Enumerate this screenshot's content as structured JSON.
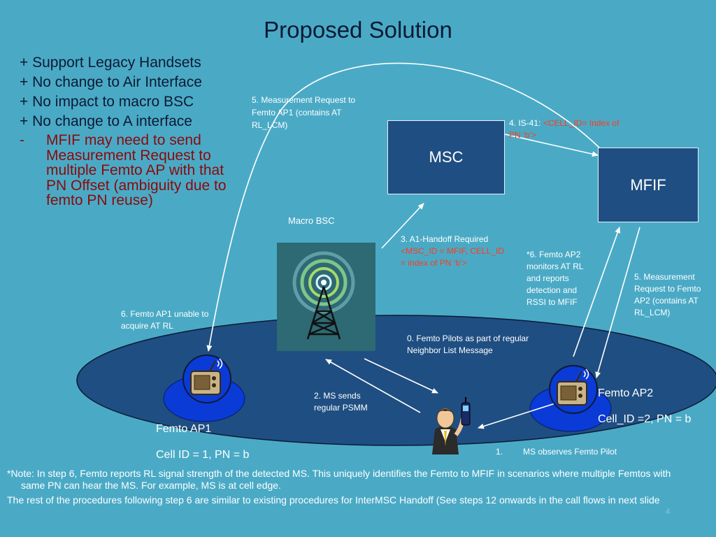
{
  "title": "Proposed Solution",
  "bullets": [
    "+ Support Legacy Handsets",
    "+ No change to Air Interface",
    "+ No impact to macro BSC",
    "+ No change to A interface"
  ],
  "sub_bullet": {
    "marker": "-",
    "text": "MFIF may need to send Measurement Request to multiple Femto AP with that PN Offset (ambiguity due to femto PN reuse)"
  },
  "nodes": {
    "msc": "MSC",
    "mfif": "MFIF",
    "macro_bsc": "Macro BSC",
    "femto_ap1": "Femto AP1",
    "femto_ap1_cell": "Cell ID  = 1, PN = b",
    "femto_ap2": "Femto AP2",
    "femto_ap2_cell": "Cell_ID =2, PN = b"
  },
  "steps": {
    "step5_top": "5. Measurement Request to Femto AP1 (contains  AT RL_LCM)",
    "step4_prefix": "4. IS-41: ",
    "step4_red": "<CELL_ID= Index of PN ‘b’>",
    "step3_prefix": "3. A1-Handoff Required",
    "step3_red": "<MSC_ID = MFIF, CELL_ID = index of PN ‘b’>",
    "step6_ap2": "*6. Femto AP2 monitors AT RL and reports detection and RSSI to MFIF",
    "step5_right": "5. Measurement Request to Femto AP2 (contains  AT RL_LCM)",
    "step6_ap1": "6. Femto AP1 unable to acquire AT RL",
    "step0": "0. Femto Pilots as part of regular Neighbor List Message",
    "step2": "2. MS sends regular PSMM",
    "step1_num": "1.",
    "step1_text": "MS observes Femto Pilot"
  },
  "notes": [
    "*Note: In step 6, Femto reports RL signal strength of the detected MS. This uniquely identifies the Femto to MFIF in scenarios where multiple Femtos with same PN can hear the MS. For example, MS is at cell edge.",
    "The rest of the procedures following step 6 are similar to existing procedures for InterMSC Handoff (See steps 12 onwards in the call flows in next slide"
  ],
  "page_number": "4",
  "icons": [
    "tower-icon",
    "femto-radio-icon",
    "mobile-user-icon"
  ],
  "colors": {
    "background": "#4aaac6",
    "box_fill": "#1f4e82",
    "cell_ellipse": "#1f4e82",
    "femto_ellipse": "#0a3bd6",
    "title_text": "#0d1a33",
    "highlight_red": "#ff3b1a"
  }
}
